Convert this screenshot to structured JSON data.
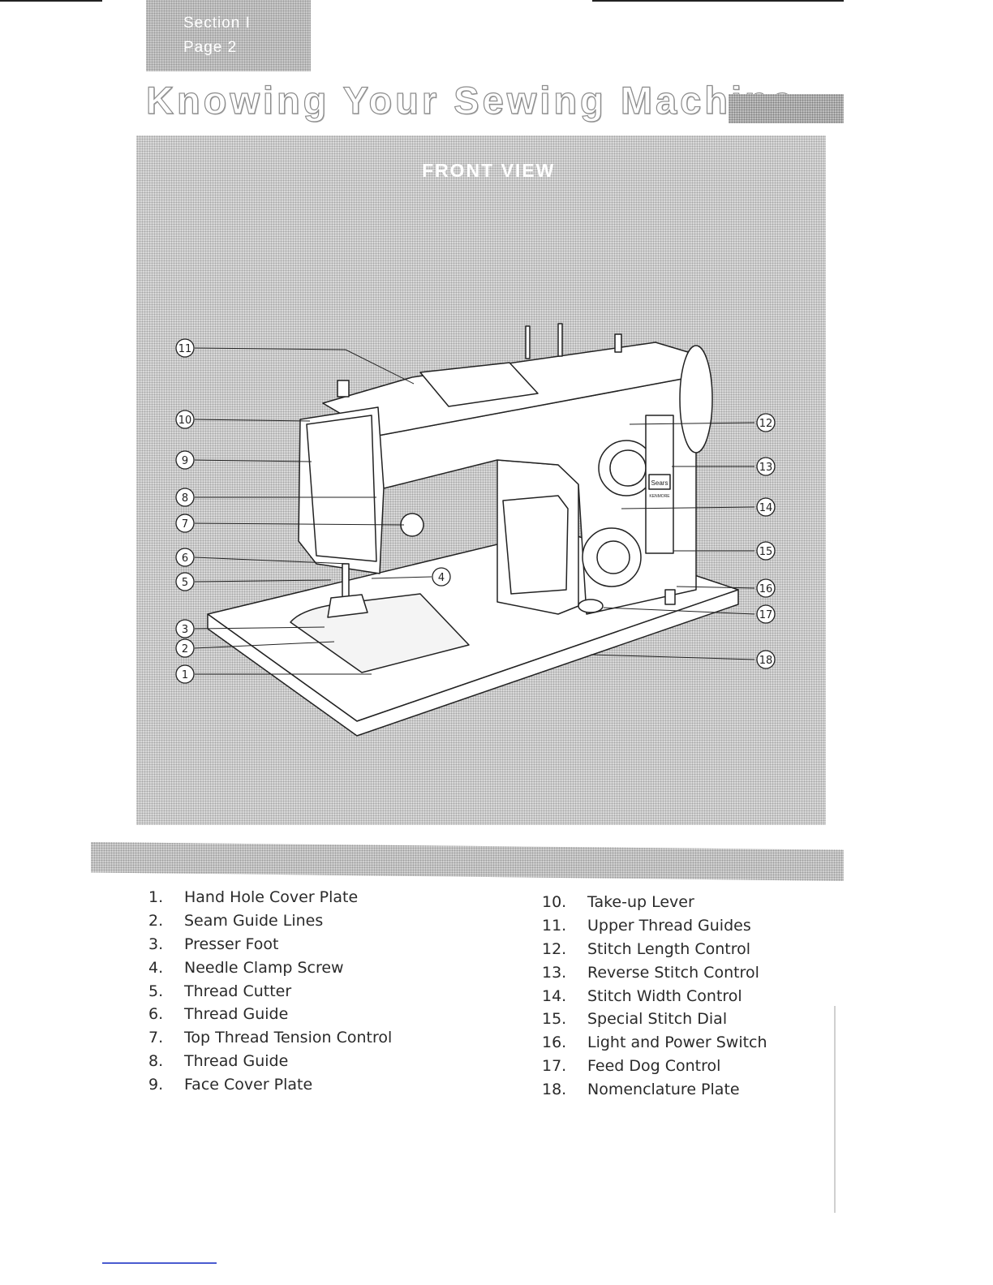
{
  "header": {
    "section_label": "Section I",
    "page_label": "Page 2",
    "title": "Knowing Your Sewing Machine"
  },
  "diagram": {
    "view_label": "FRONT VIEW",
    "badge_brand": "Sears",
    "badge_model": "KENMORE"
  },
  "legend": {
    "left": [
      {
        "num": "1.",
        "label": "Hand Hole Cover Plate"
      },
      {
        "num": "2.",
        "label": "Seam Guide Lines"
      },
      {
        "num": "3.",
        "label": "Presser Foot"
      },
      {
        "num": "4.",
        "label": "Needle Clamp Screw"
      },
      {
        "num": "5.",
        "label": "Thread Cutter"
      },
      {
        "num": "6.",
        "label": "Thread Guide"
      },
      {
        "num": "7.",
        "label": "Top Thread Tension Control"
      },
      {
        "num": "8.",
        "label": "Thread Guide"
      },
      {
        "num": "9.",
        "label": "Face Cover Plate"
      }
    ],
    "right": [
      {
        "num": "10.",
        "label": "Take-up Lever"
      },
      {
        "num": "11.",
        "label": "Upper Thread Guides"
      },
      {
        "num": "12.",
        "label": "Stitch Length Control"
      },
      {
        "num": "13.",
        "label": "Reverse Stitch Control"
      },
      {
        "num": "14.",
        "label": "Stitch Width Control"
      },
      {
        "num": "15.",
        "label": "Special Stitch Dial"
      },
      {
        "num": "16.",
        "label": "Light and Power Switch"
      },
      {
        "num": "17.",
        "label": "Feed Dog Control"
      },
      {
        "num": "18.",
        "label": "Nomenclature Plate"
      }
    ]
  },
  "callouts": [
    "1",
    "2",
    "3",
    "4",
    "5",
    "6",
    "7",
    "8",
    "9",
    "10",
    "11",
    "12",
    "13",
    "14",
    "15",
    "16",
    "17",
    "18"
  ]
}
